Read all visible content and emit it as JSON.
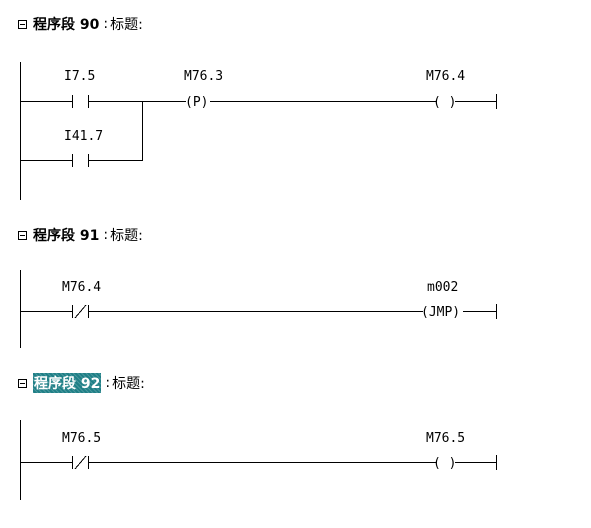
{
  "networks": [
    {
      "label": "程序段 90",
      "title_label": "标题:",
      "elements": {
        "contact1": "I7.5",
        "contact2": "I41.7",
        "ptrig": "M76.3",
        "ptrig_symbol": "(P)",
        "coil": "M76.4",
        "coil_symbol": "( )"
      }
    },
    {
      "label": "程序段 91",
      "title_label": "标题:",
      "elements": {
        "contact1": "M76.4",
        "jump_label": "m002",
        "jump_symbol": "(JMP)"
      }
    },
    {
      "label": "程序段 92",
      "title_label": "标题:",
      "selected": true,
      "elements": {
        "contact1": "M76.5",
        "coil": "M76.5",
        "coil_symbol": "( )"
      }
    }
  ]
}
